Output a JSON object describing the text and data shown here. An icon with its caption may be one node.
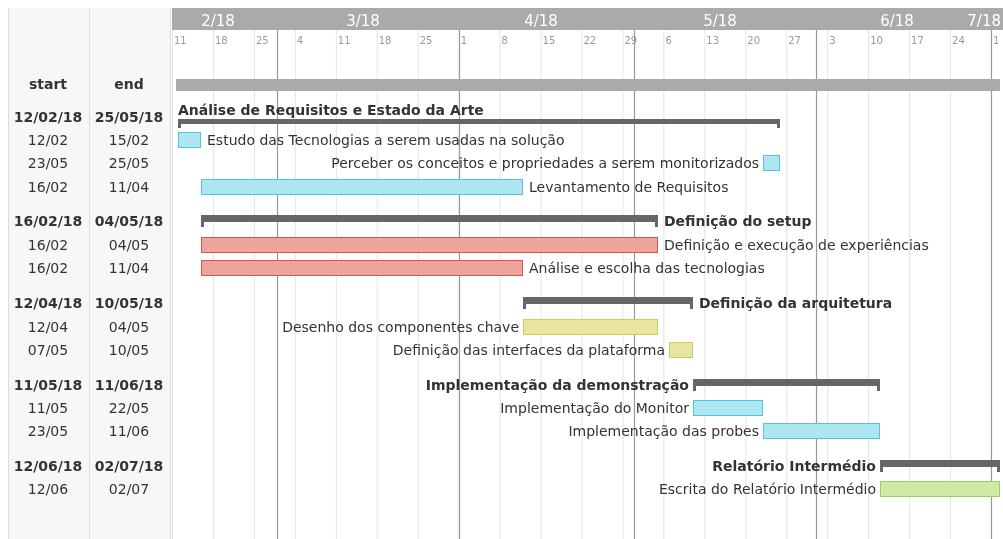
{
  "diagram": {
    "nodes": [
      {
        "text": [],
        "shape": "bar"
      },
      {
        "text": [
          "Análise de Requisitos e Estado da Arte"
        ]
      },
      {
        "text": [
          "Estudo das Tecnologias a serem usadas na solução"
        ]
      },
      {
        "text": [
          "Perceber os conceitos e propriedades a serem monitorizados"
        ]
      },
      {
        "text": [
          "Levantamento de Requisitos"
        ]
      },
      {
        "text": [
          "Definição do setup"
        ]
      },
      {
        "text": [
          "Definição e execução de experiências"
        ]
      },
      {
        "text": [
          "Análise e escolha das tecnologias"
        ]
      },
      {
        "text": [
          "Definição da arquitetura"
        ]
      },
      {
        "text": [
          "Desenho dos componentes chave"
        ]
      },
      {
        "text": [
          "Definição das interfaces da plataforma"
        ]
      },
      {
        "text": [
          "Implementação da demonstração"
        ]
      },
      {
        "text": [
          "Implementação do Monitor"
        ]
      },
      {
        "text": [
          "Implementação das probes"
        ]
      },
      {
        "text": [
          "Relatório Intermédio"
        ]
      },
      {
        "text": [
          "Escrita do Relatório Intermédio"
        ]
      }
    ],
    "edges": [],
    "labels": [
      "2/18",
      "3/18",
      "4/18",
      "5/18",
      "6/18",
      "7/18",
      "11",
      "18",
      "25",
      "4",
      "11",
      "18",
      "25",
      "1",
      "8",
      "15",
      "22",
      "29",
      "6",
      "13",
      "20",
      "27",
      "3",
      "10",
      "17",
      "24",
      "1",
      "start",
      "end",
      "12/02/18",
      "25/05/18",
      "12/02",
      "15/02",
      "23/05",
      "25/05",
      "16/02",
      "11/04",
      "16/02/18",
      "04/05/18",
      "16/02",
      "04/05",
      "16/02",
      "11/04",
      "12/04/18",
      "10/05/18",
      "12/04",
      "04/05",
      "07/05",
      "10/05",
      "11/05/18",
      "11/06/18",
      "11/05",
      "22/05",
      "23/05",
      "11/06",
      "12/06/18",
      "02/07/18",
      "12/06",
      "02/07"
    ]
  }
}
